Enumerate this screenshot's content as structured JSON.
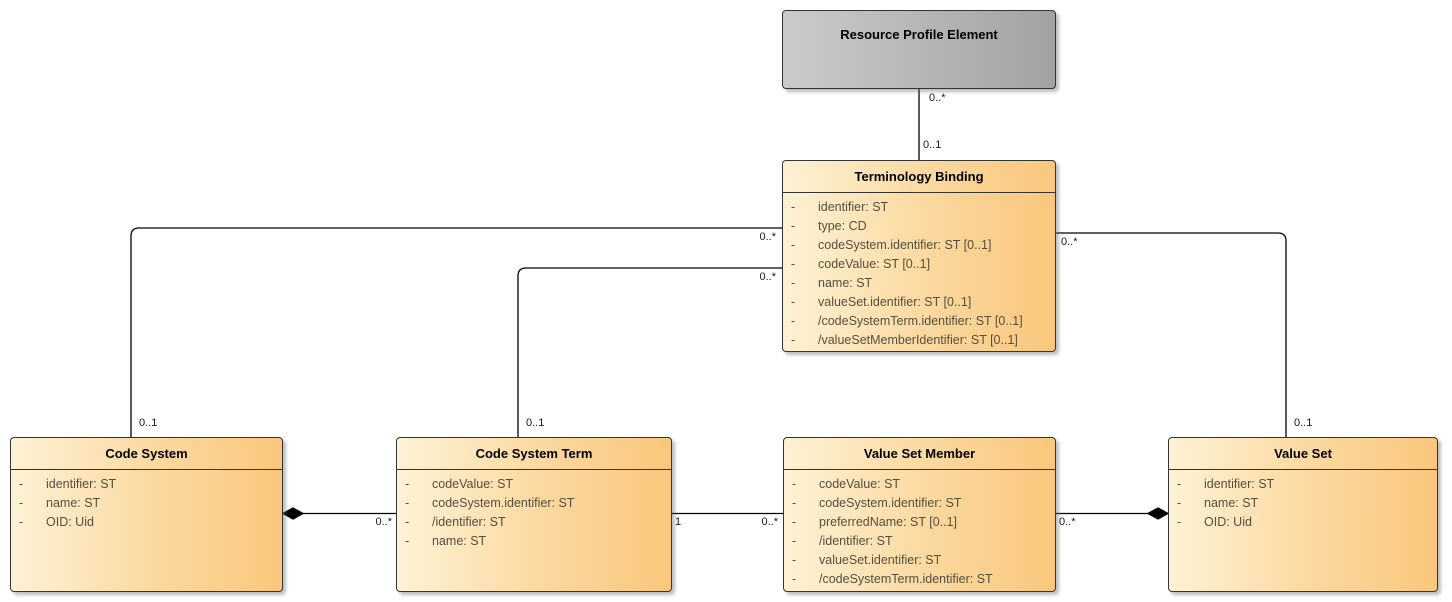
{
  "diagram": {
    "vis_marker": "-",
    "classes": {
      "rpe": {
        "title": "Resource Profile Element"
      },
      "tb": {
        "title": "Terminology Binding",
        "attributes": [
          "identifier: ST",
          "type: CD",
          "codeSystem.identifier: ST [0..1]",
          "codeValue: ST [0..1]",
          "name: ST",
          "valueSet.identifier: ST [0..1]",
          "/codeSystemTerm.identifier: ST [0..1]",
          "/valueSetMemberIdentifier: ST [0..1]"
        ]
      },
      "cs": {
        "title": "Code System",
        "attributes": [
          "identifier: ST",
          "name: ST",
          "OID: Uid"
        ]
      },
      "cst": {
        "title": "Code System Term",
        "attributes": [
          "codeValue: ST",
          "codeSystem.identifier: ST",
          "/identifier: ST",
          "name: ST"
        ]
      },
      "vsm": {
        "title": "Value Set Member",
        "attributes": [
          "codeValue: ST",
          "codeSystem.identifier: ST",
          "preferredName: ST [0..1]",
          "/identifier: ST",
          "valueSet.identifier: ST",
          "/codeSystemTerm.identifier: ST"
        ]
      },
      "vs": {
        "title": "Value Set",
        "attributes": [
          "identifier: ST",
          "name: ST",
          "OID: Uid"
        ]
      }
    },
    "multiplicities": {
      "rpe_tb_source": "0..*",
      "rpe_tb_target": "0..1",
      "tb_cs_source": "0..*",
      "tb_cs_target": "0..1",
      "tb_cst_source": "0..*",
      "tb_cst_target": "0..1",
      "tb_vs_source": "0..*",
      "tb_vs_target": "0..1",
      "cs_cst_target": "0..*",
      "cst_vsm_source": "1",
      "cst_vsm_target": "0..*",
      "vsm_vs_source": "0..*"
    },
    "colors": {
      "class_fill_light": "#FDF2D5",
      "class_fill_dark": "#F9C77C",
      "gray_fill_light": "#CBCBCB",
      "gray_fill_dark": "#A2A2A2",
      "border": "#343434",
      "attribute_text": "#564F3E",
      "line": "#000000"
    }
  }
}
